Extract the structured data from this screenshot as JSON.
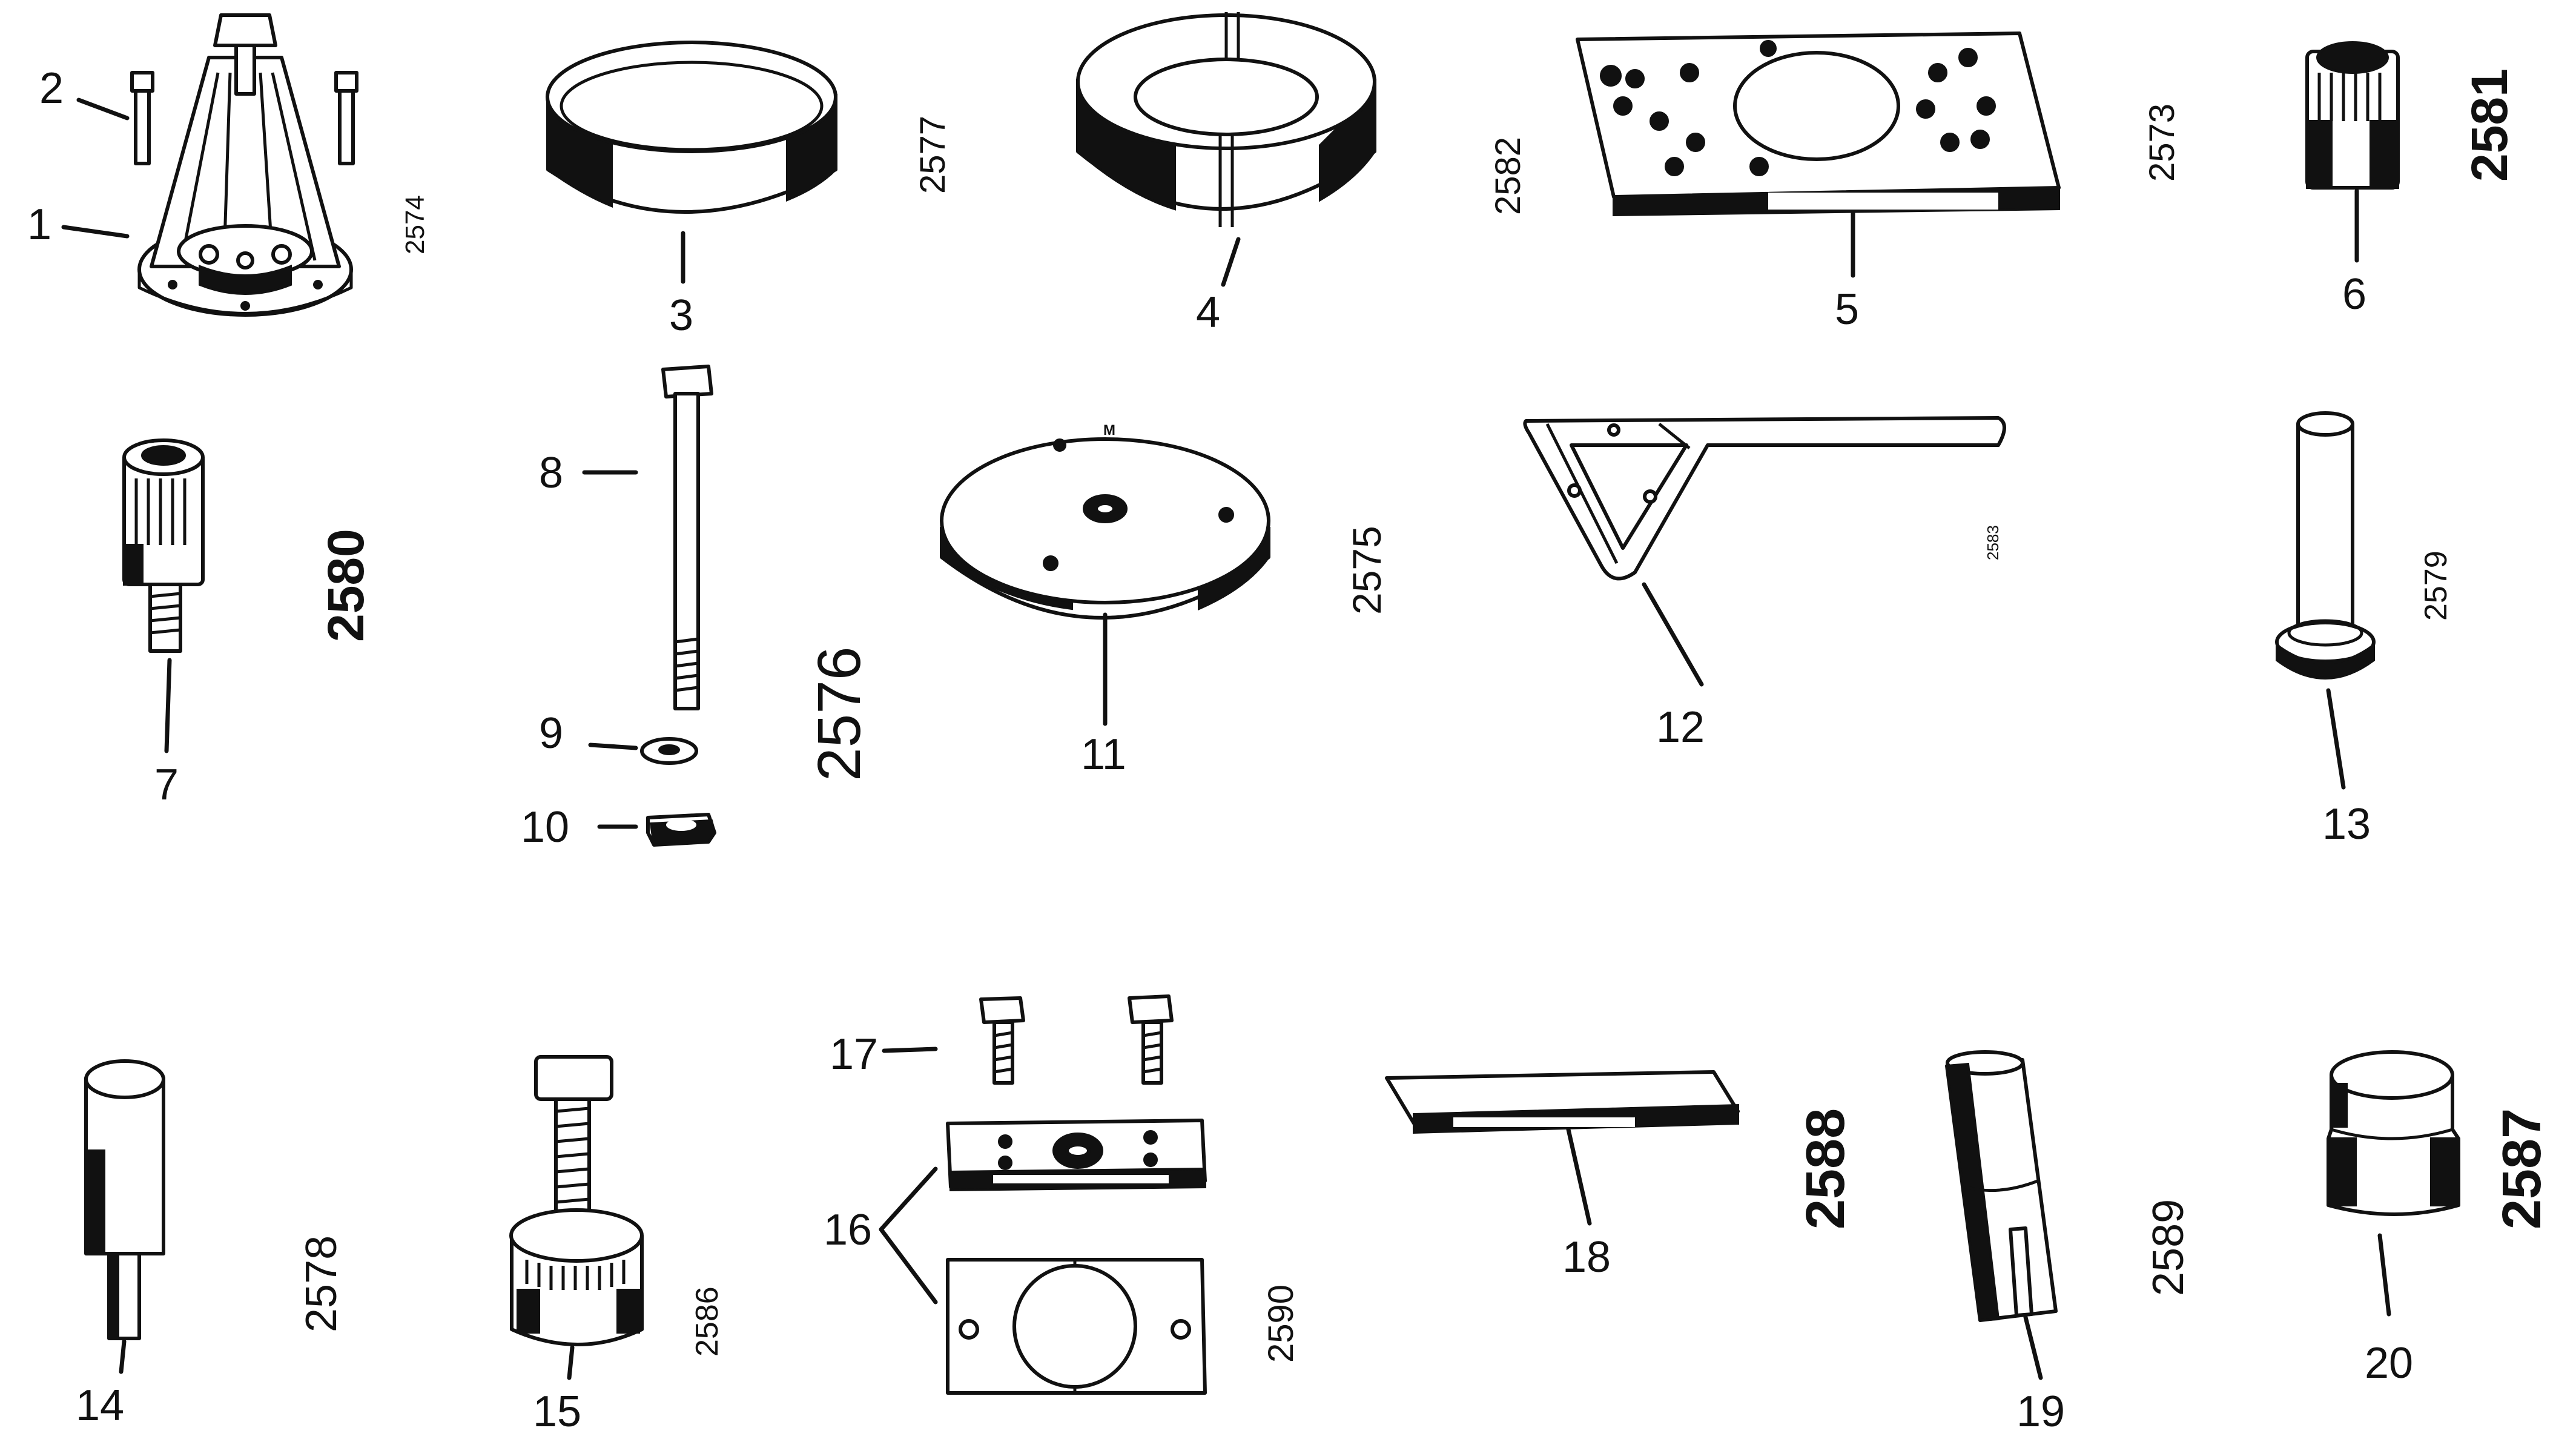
{
  "parts": {
    "p1": "1",
    "p2": "2",
    "p3": "3",
    "p4": "4",
    "p5": "5",
    "p6": "6",
    "p7": "7",
    "p8": "8",
    "p9": "9",
    "p10": "10",
    "p11": "11",
    "p12": "12",
    "p13": "13",
    "p14": "14",
    "p15": "15",
    "p16": "16",
    "p17": "17",
    "p18": "18",
    "p19": "19",
    "p20": "20"
  },
  "codes": {
    "c2574": "2574",
    "c2577": "2577",
    "c2582": "2582",
    "c2573": "2573",
    "c2581": "2581",
    "c2580": "2580",
    "c2576": "2576",
    "c2575": "2575",
    "c2583": "2583",
    "c2579": "2579",
    "c2578": "2578",
    "c2586": "2586",
    "c2590": "2590",
    "c2588": "2588",
    "c2589": "2589",
    "c2587": "2587"
  },
  "marks": {
    "plate_mark": "M"
  },
  "colors": {
    "ink": "#111111",
    "paper": "#ffffff"
  }
}
